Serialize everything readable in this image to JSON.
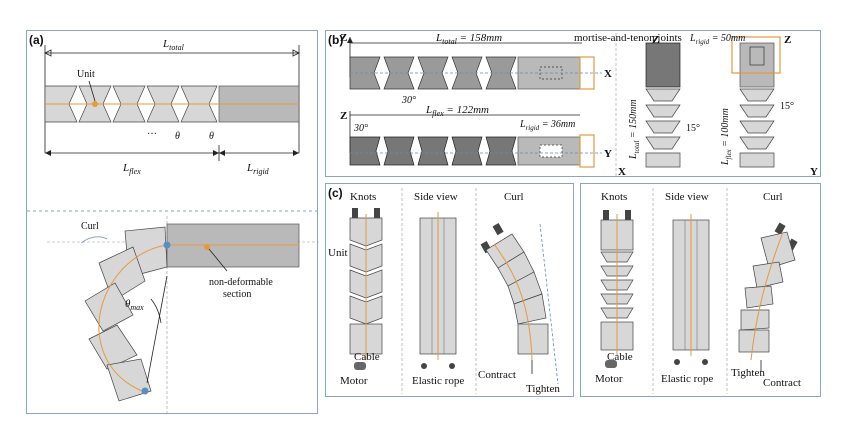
{
  "panel_a": {
    "label": "(a)",
    "l_total": "L",
    "l_total_sub": "total",
    "unit": "Unit",
    "dots": "···",
    "theta1": "θ",
    "theta2": "θ",
    "l_flex": "L",
    "l_flex_sub": "flex",
    "l_rigid": "L",
    "l_rigid_sub": "rigid",
    "curl": "Curl",
    "non_def_1": "non-deformable",
    "non_def_2": "section",
    "theta_max": "θ",
    "theta_max_sub": "max"
  },
  "panel_b": {
    "label": "(b)",
    "z1": "Z",
    "z2": "Z",
    "x": "X",
    "y": "Y",
    "l_total": "L",
    "l_total_sub": "total",
    "l_total_val": " = 158mm",
    "mortise": "mortise-and-tenon joints",
    "angle1": "30°",
    "angle2": "30°",
    "l_flex": "L",
    "l_flex_sub": "flex",
    "l_flex_val": " = 122mm",
    "l_rigid": "L",
    "l_rigid_sub": "rigid",
    "l_rigid_val": " = 36mm",
    "r_z1": "Z",
    "r_z2": "Z",
    "r_l_rigid": "L",
    "r_l_rigid_sub": "rigid",
    "r_l_rigid_val": " = 50mm",
    "r_l_total": "L",
    "r_l_total_sub": "total",
    "r_l_total_val": " = 150mm",
    "r_l_flex": "L",
    "r_l_flex_sub": "flex",
    "r_l_flex_val": " = 100mm",
    "r_angle1": "15°",
    "r_angle2": "15°",
    "r_x": "X",
    "r_y": "Y"
  },
  "panel_c": {
    "label": "(c)",
    "left": {
      "knots": "Knots",
      "side_view": "Side view",
      "curl": "Curl",
      "unit": "Unit",
      "cable": "Cable",
      "motor": "Motor",
      "elastic": "Elastic rope",
      "contract": "Contract",
      "tighten": "Tighten"
    },
    "right": {
      "knots": "Knots",
      "side_view": "Side view",
      "curl": "Curl",
      "cable": "Cable",
      "motor": "Motor",
      "elastic": "Elastic rope",
      "tighten": "Tighten",
      "contract": "Contract"
    }
  }
}
